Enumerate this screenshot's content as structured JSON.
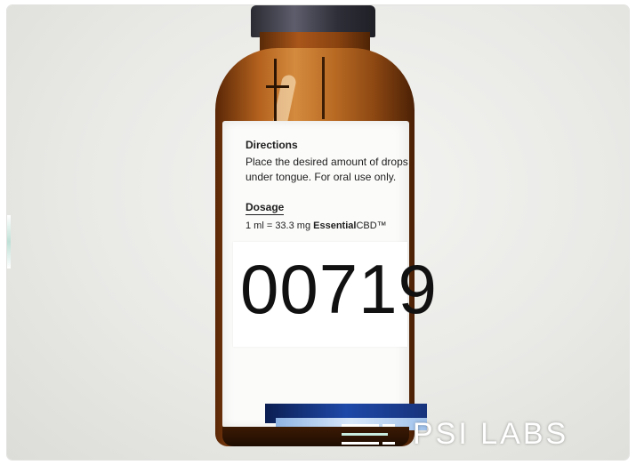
{
  "label": {
    "directions_title": "Directions",
    "directions_line1": "Place the desired amount of drops",
    "directions_line2": "under tongue. For oral use only.",
    "dosage_title": "Dosage",
    "dosage_prefix": "1 ml = 33.3 mg ",
    "dosage_brand_bold": "Essential",
    "dosage_brand_rest": "CBD™"
  },
  "sticker": {
    "number": "00719"
  },
  "watermark": {
    "text": "PSI LABS"
  },
  "colors": {
    "amber_glass": "#b4621e",
    "band_blue": "#1e49a8",
    "logo_accent": "#c9ece1"
  }
}
